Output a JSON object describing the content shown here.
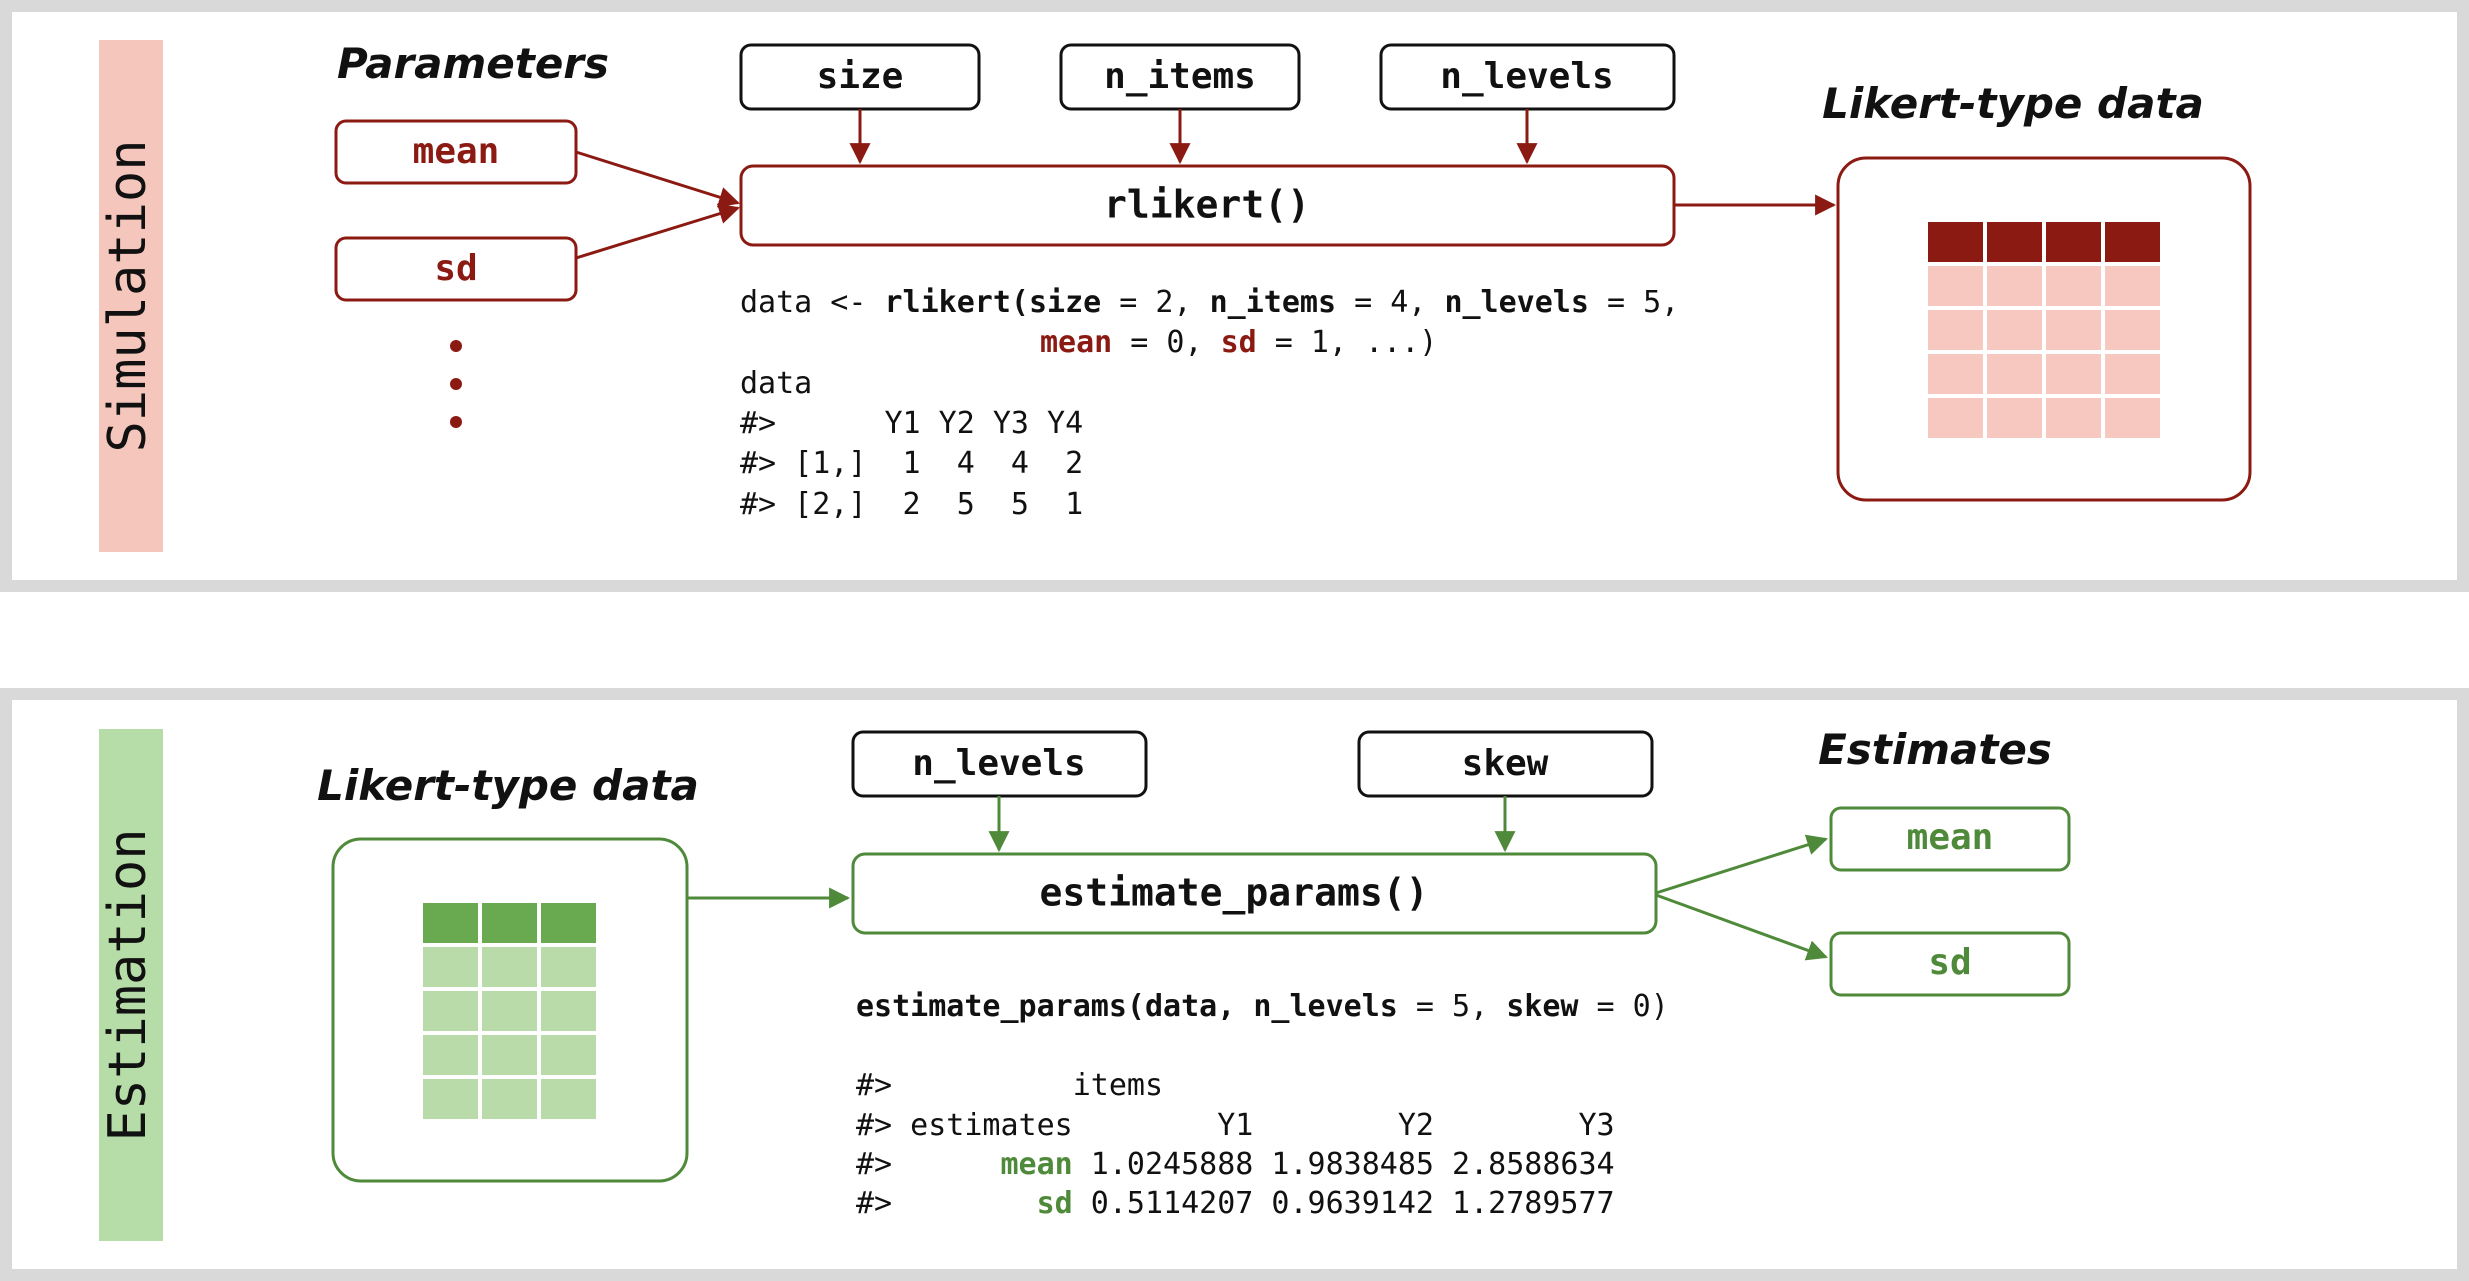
{
  "colors": {
    "frame": "#d9d9d9",
    "red": "#8b1a12",
    "red_light": "#f6c8c0",
    "red_label_bg": "#f5c6bc",
    "green": "#4f8a3a",
    "green_dark": "#69a94f",
    "green_light": "#b9dba9",
    "green_label_bg": "#b6dca8",
    "text": "#111111"
  },
  "simulation": {
    "side_label": "Simulation",
    "params_title": "Parameters",
    "param_mean": "mean",
    "param_sd": "sd",
    "arg_size": "size",
    "arg_n_items": "n_items",
    "arg_n_levels": "n_levels",
    "func": "rlikert()",
    "output_title": "Likert-type data",
    "code": {
      "l1_a": "data <- ",
      "l1_b": "rlikert(size",
      "l1_c": " = 2, ",
      "l1_d": "n_items",
      "l1_e": " = 4, ",
      "l1_f": "n_levels",
      "l1_g": " = 5,",
      "l2_a": "mean",
      "l2_b": " = 0, ",
      "l2_c": "sd",
      "l2_d": " = 1, ...)",
      "l3": "data",
      "l4": "#>      Y1 Y2 Y3 Y4",
      "l5": "#> [1,]  1  4  4  2",
      "l6": "#> [2,]  2  5  5  1"
    }
  },
  "estimation": {
    "side_label": "Estimation",
    "input_title": "Likert-type data",
    "arg_n_levels": "n_levels",
    "arg_skew": "skew",
    "func": "estimate_params()",
    "output_title": "Estimates",
    "out_mean": "mean",
    "out_sd": "sd",
    "code": {
      "l1_a": "estimate_params(data, n_levels",
      "l1_b": " = 5, ",
      "l1_c": "skew",
      "l1_d": " = 0)",
      "l2": "#>          items",
      "l3": "#> estimates        Y1        Y2        Y3",
      "l4_a": "#>      ",
      "l4_b": "mean",
      "l4_c": " 1.0245888 1.9838485 2.8588634",
      "l5_a": "#>        ",
      "l5_b": "sd",
      "l5_c": " 0.5114207 0.9639142 1.2789577"
    }
  }
}
